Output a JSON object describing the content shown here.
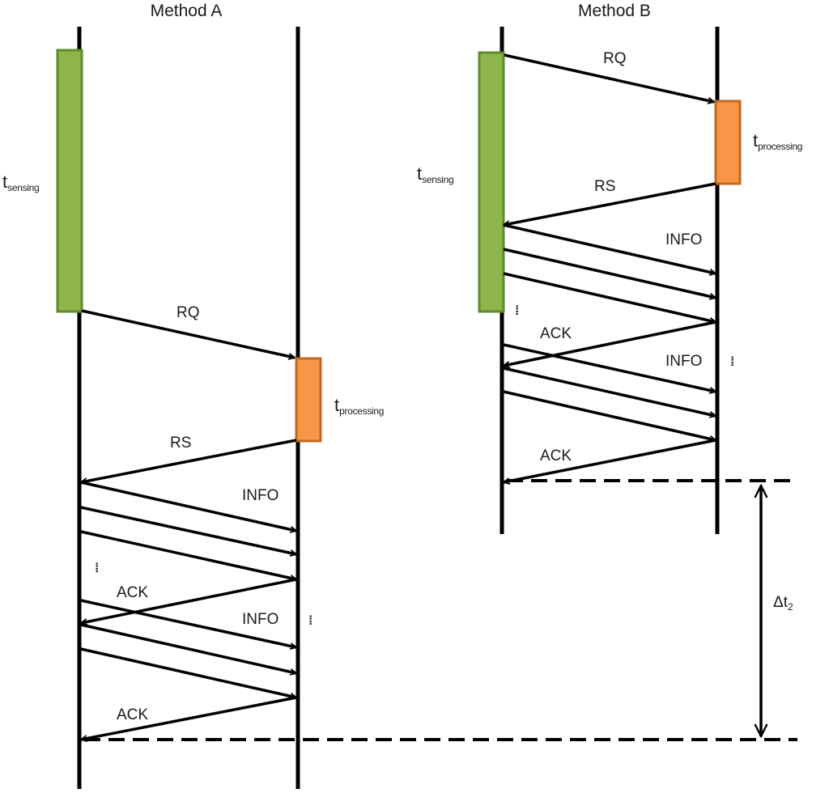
{
  "methodA": {
    "title": "Method A",
    "sensing": {
      "base": "t",
      "sub": "sensing"
    },
    "processing": {
      "base": "t",
      "sub": "processing"
    },
    "labels": {
      "rq": "RQ",
      "rs": "RS",
      "info1": "INFO",
      "ack1": "ACK",
      "info2": "INFO",
      "ack2": "ACK"
    },
    "ellipsis": "⁞"
  },
  "methodB": {
    "title": "Method B",
    "sensing": {
      "base": "t",
      "sub": "sensing"
    },
    "processing": {
      "base": "t",
      "sub": "processing"
    },
    "labels": {
      "rq": "RQ",
      "rs": "RS",
      "info1": "INFO",
      "ack1": "ACK",
      "info2": "INFO",
      "ack2": "ACK"
    },
    "ellipsis": "⁞"
  },
  "delta": {
    "base": "Δt",
    "sub": "2"
  }
}
